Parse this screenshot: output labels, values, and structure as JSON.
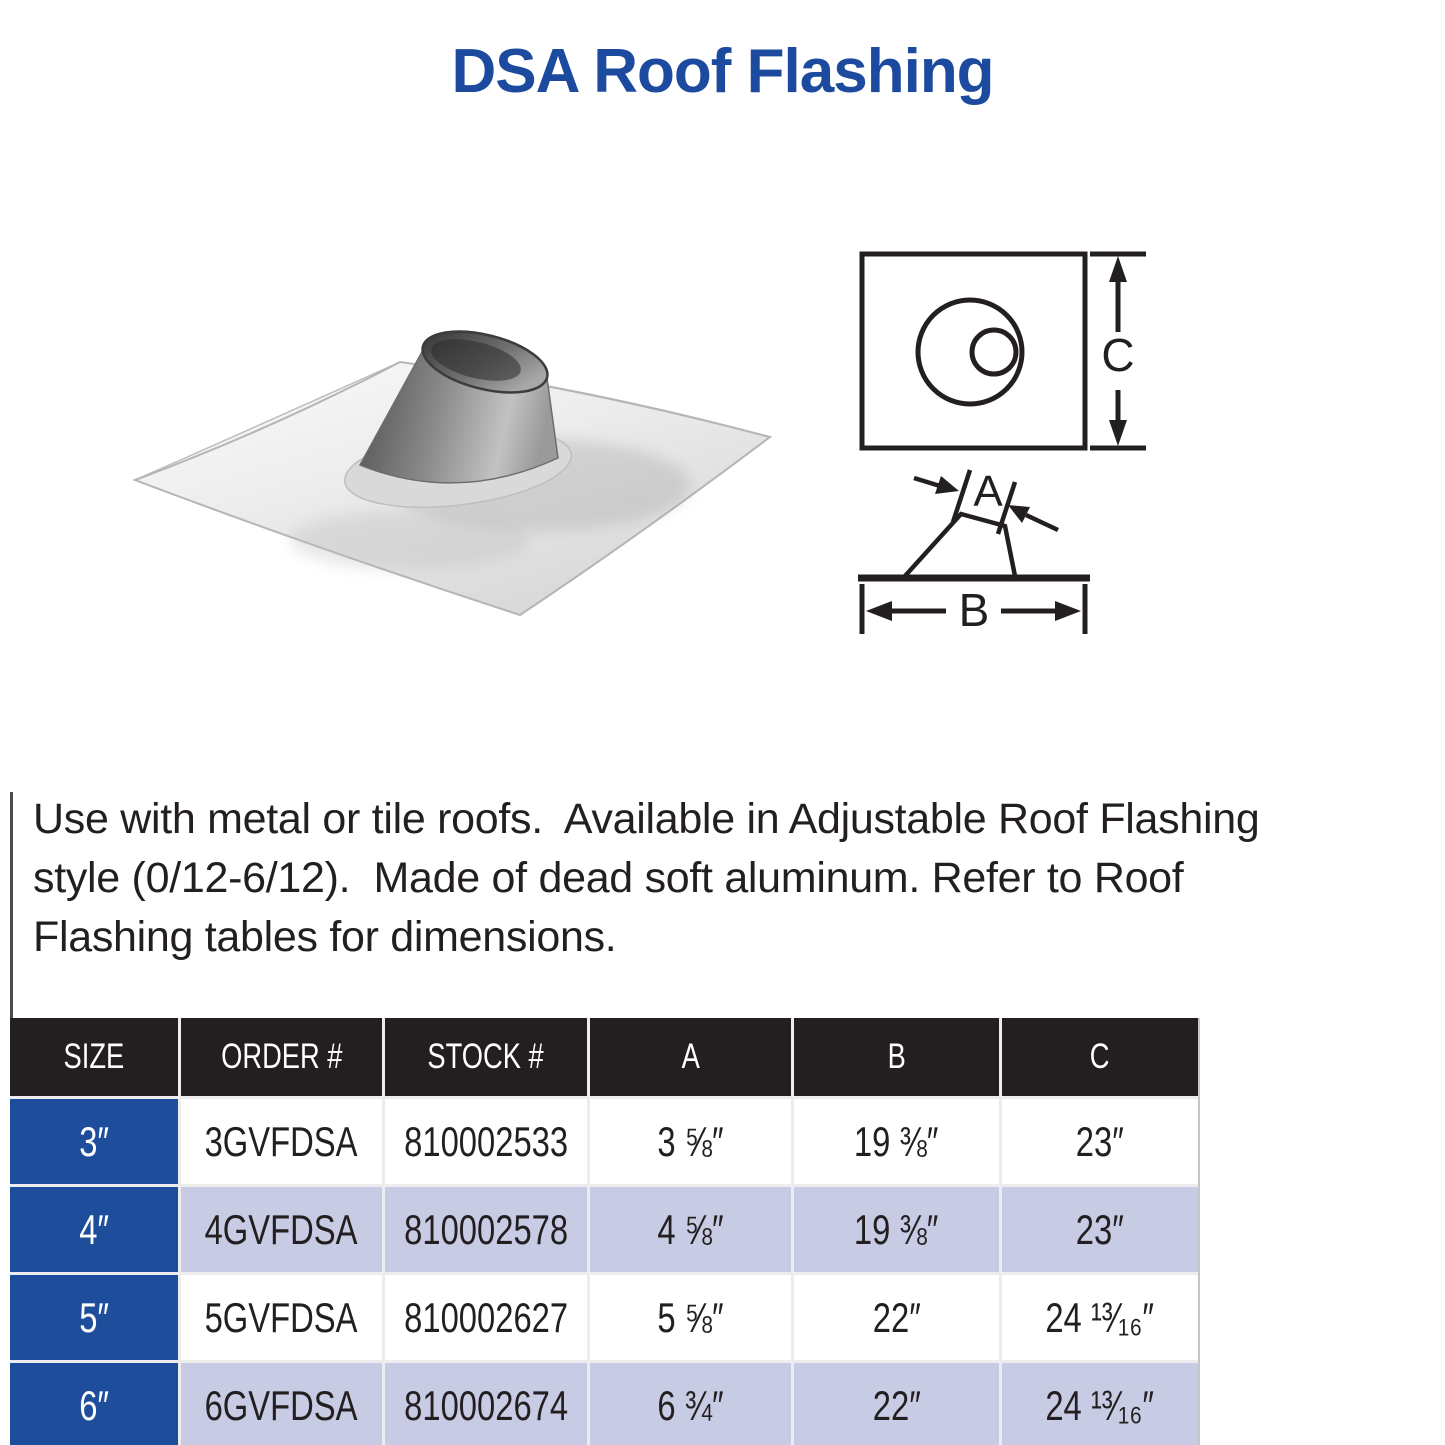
{
  "page": {
    "title": "DSA Roof Flashing"
  },
  "description": {
    "lines": [
      "Use with metal or tile roofs.  Available in Adjustable Roof Flashing",
      "style (0/12-6/12).  Made of dead soft aluminum. Refer to Roof",
      "Flashing tables for dimensions."
    ]
  },
  "diagram": {
    "labels": {
      "a": "A",
      "b": "B",
      "c": "C"
    }
  },
  "table": {
    "headers": [
      "SIZE",
      "ORDER #",
      "STOCK #",
      "A",
      "B",
      "C"
    ],
    "rows": [
      [
        "3″",
        "3GVFDSA",
        "810002533",
        "3 ⅝″",
        "19 ⅜″",
        "23″"
      ],
      [
        "4″",
        "4GVFDSA",
        "810002578",
        "4 ⅝″",
        "19 ⅜″",
        "23″"
      ],
      [
        "5″",
        "5GVFDSA",
        "810002627",
        "5 ⅝″",
        "22″",
        "24 ¹³⁄₁₆″"
      ],
      [
        "6″",
        "6GVFDSA",
        "810002674",
        "6 ¾″",
        "22″",
        "24 ¹³⁄₁₆″"
      ]
    ]
  },
  "colors": {
    "title_blue": "#1B4A9E",
    "size_cell_blue": "#1E4D9C",
    "header_black": "#231F20",
    "row_alt_lavender": "#C8CBE4"
  }
}
